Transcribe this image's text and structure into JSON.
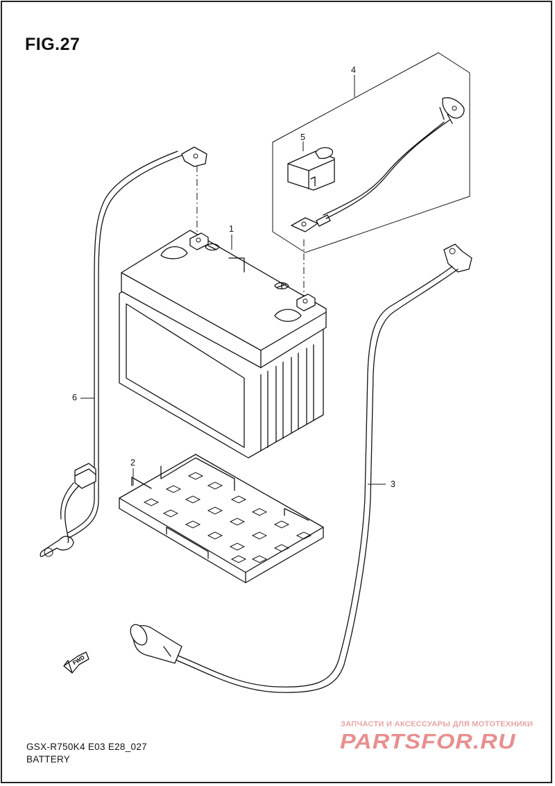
{
  "figure": {
    "title": "FIG.27"
  },
  "footer": {
    "model_code": "GSX-R750K4 E03 E28_027",
    "section_name": "BATTERY"
  },
  "callouts": {
    "c1": "1",
    "c2": "2",
    "c3": "3",
    "c4": "4",
    "c5": "5",
    "c6": "6"
  },
  "arrow": {
    "label": "FWD"
  },
  "watermark": {
    "tagline": "ЗАПЧАСТИ И АКСЕССУАРЫ ДЛЯ МОТОТЕХНИКИ",
    "logo": "PARTSFOR.RU"
  }
}
